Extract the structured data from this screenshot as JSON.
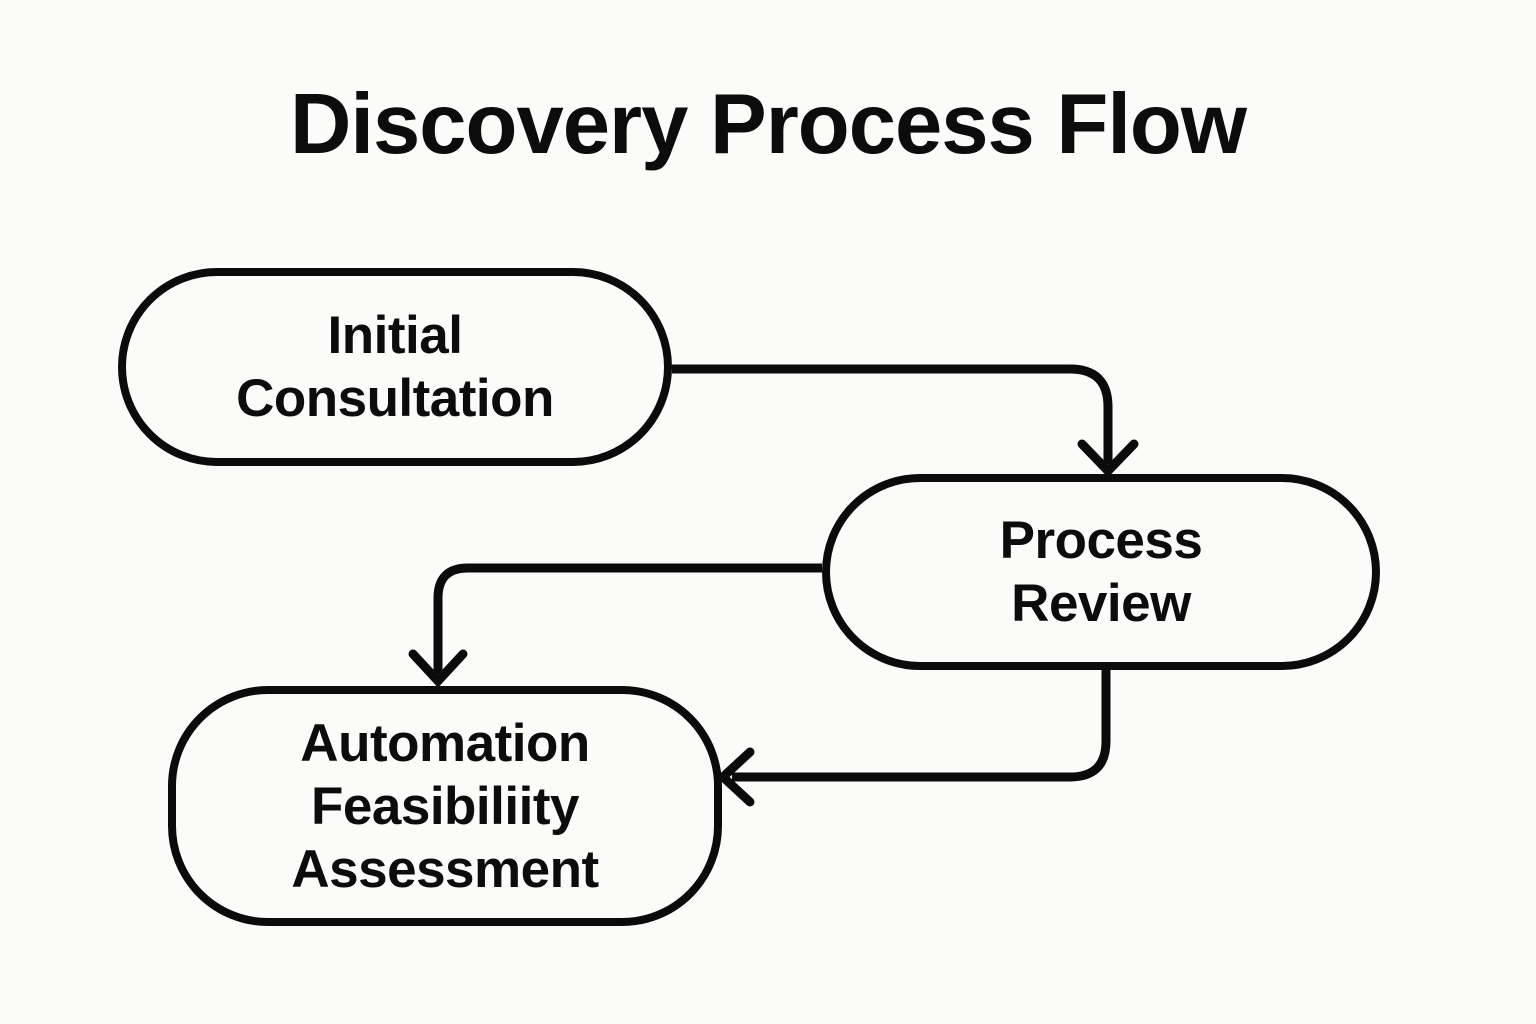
{
  "title": "Discovery Process Flow",
  "diagram": {
    "type": "flowchart",
    "background_color": "#fbfbfa",
    "stroke_color": "#0b0b0b",
    "text_color": "#0c0c0c",
    "nodes": [
      {
        "id": "initial-consultation",
        "shape": "stadium",
        "label": "Initial Consultation",
        "label_lines": [
          "Initial",
          "Consultation"
        ]
      },
      {
        "id": "process-review",
        "shape": "stadium",
        "label": "Process Review",
        "label_lines": [
          "Process",
          "Review"
        ]
      },
      {
        "id": "automation-feasibility-assessment",
        "shape": "stadium",
        "label": "Automation Feasibiliity Assessment",
        "label_lines": [
          "Automation",
          "Feasibiliity",
          "Assessment"
        ]
      }
    ],
    "edges": [
      {
        "from": "initial-consultation",
        "to": "process-review",
        "style": "elbow-right-then-down",
        "arrowhead": "chevron-down"
      },
      {
        "from": "process-review",
        "to": "automation-feasibility-assessment",
        "style": "elbow-left-then-down",
        "arrowhead": "chevron-down"
      },
      {
        "from": "process-review",
        "to": "automation-feasibility-assessment",
        "style": "elbow-down-then-left",
        "arrowhead": "chevron-left"
      }
    ]
  }
}
